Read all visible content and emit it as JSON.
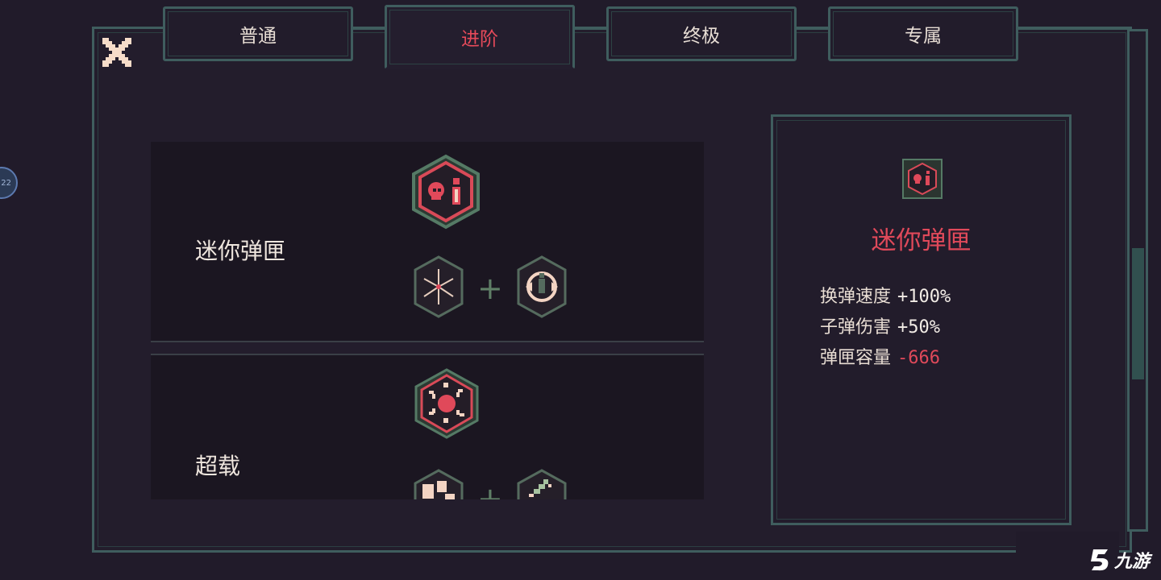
{
  "tabs": [
    {
      "label": "普通",
      "active": false
    },
    {
      "label": "进阶",
      "active": true
    },
    {
      "label": "终极",
      "active": false
    },
    {
      "label": "专属",
      "active": false
    }
  ],
  "side_badge": "22",
  "list": [
    {
      "name": "迷你弹匣",
      "result_icon": "mini-magazine-icon",
      "ingredients": [
        "scatter-shot-icon",
        "reload-cycle-icon"
      ],
      "plus": "+"
    },
    {
      "name": "超载",
      "result_icon": "overload-icon",
      "ingredients": [
        "shatter-icon",
        "feather-icon"
      ],
      "plus": "+"
    }
  ],
  "detail": {
    "icon": "mini-magazine-icon",
    "title": "迷你弹匣",
    "stats": [
      {
        "label": "换弹速度",
        "value": "+100%",
        "kind": "positive"
      },
      {
        "label": "子弹伤害",
        "value": "+50%",
        "kind": "positive"
      },
      {
        "label": "弹匣容量",
        "value": "-666",
        "kind": "negative"
      }
    ]
  },
  "watermark": {
    "text": "九游"
  },
  "colors": {
    "accent": "#e0495a",
    "frame": "#3f5d5e",
    "background": "#211b2a"
  }
}
